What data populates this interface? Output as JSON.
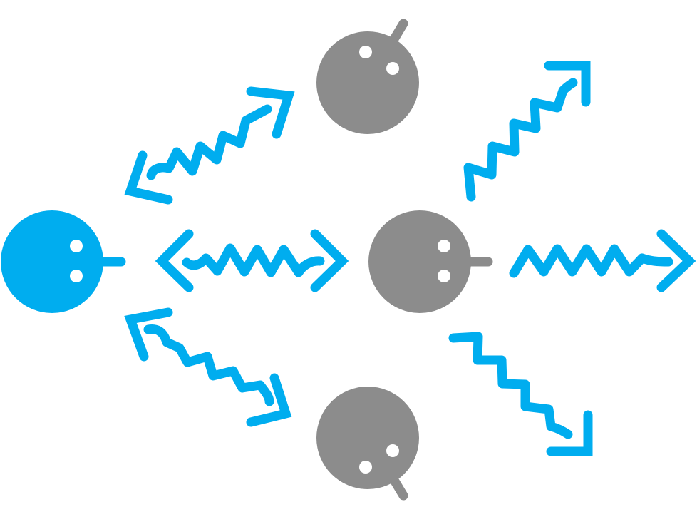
{
  "colors": {
    "background": "#ffffff",
    "source_agent": "#00adef",
    "other_agent": "#8c8c8c",
    "signal": "#00adef",
    "eye": "#ffffff"
  },
  "agents": [
    {
      "role": "source",
      "color_key": "source_agent"
    },
    {
      "role": "receiver",
      "color_key": "other_agent"
    },
    {
      "role": "relay",
      "color_key": "other_agent"
    },
    {
      "role": "receiver",
      "color_key": "other_agent"
    }
  ],
  "signals": [
    {
      "from": "source",
      "to": "top-receiver",
      "direction": "bidirectional"
    },
    {
      "from": "source",
      "to": "relay",
      "direction": "bidirectional"
    },
    {
      "from": "source",
      "to": "bottom-receiver",
      "direction": "bidirectional"
    },
    {
      "from": "relay",
      "to": "outward-up-right",
      "direction": "outgoing"
    },
    {
      "from": "relay",
      "to": "outward-right",
      "direction": "outgoing"
    },
    {
      "from": "relay",
      "to": "outward-down-right",
      "direction": "outgoing"
    }
  ]
}
